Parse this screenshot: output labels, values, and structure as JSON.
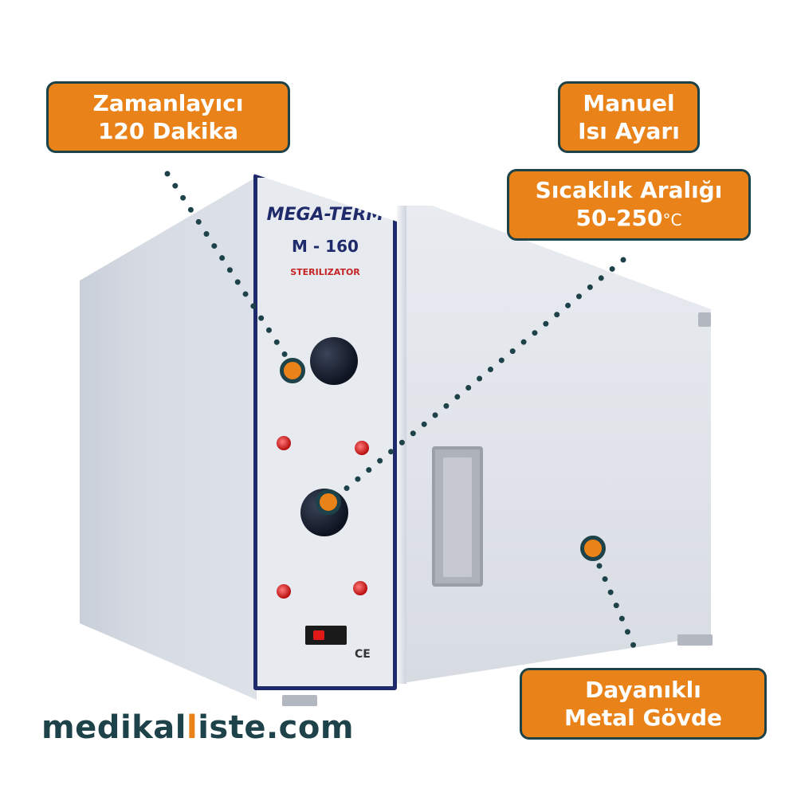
{
  "device": {
    "brand": "MEGA-TERM",
    "model": "M - 160",
    "type": "STERILIZATOR",
    "ce": "CE"
  },
  "callouts": {
    "timer": {
      "line1": "Zamanlayıcı",
      "line2": "120 Dakika"
    },
    "manual": {
      "line1": "Manuel",
      "line2": "Isı Ayarı"
    },
    "temp": {
      "line1": "Sıcaklık Aralığı",
      "line2": "50-250",
      "unit": "°C"
    },
    "body": {
      "line1": "Dayanıklı",
      "line2": "Metal Gövde"
    }
  },
  "site": {
    "prefix": "medikal",
    "middle": "iste",
    "suffix": ".com",
    "letter_l": "l"
  },
  "colors": {
    "accent": "#e98218",
    "dark_teal": "#1e4249",
    "panel_navy": "#1f2a6b"
  }
}
